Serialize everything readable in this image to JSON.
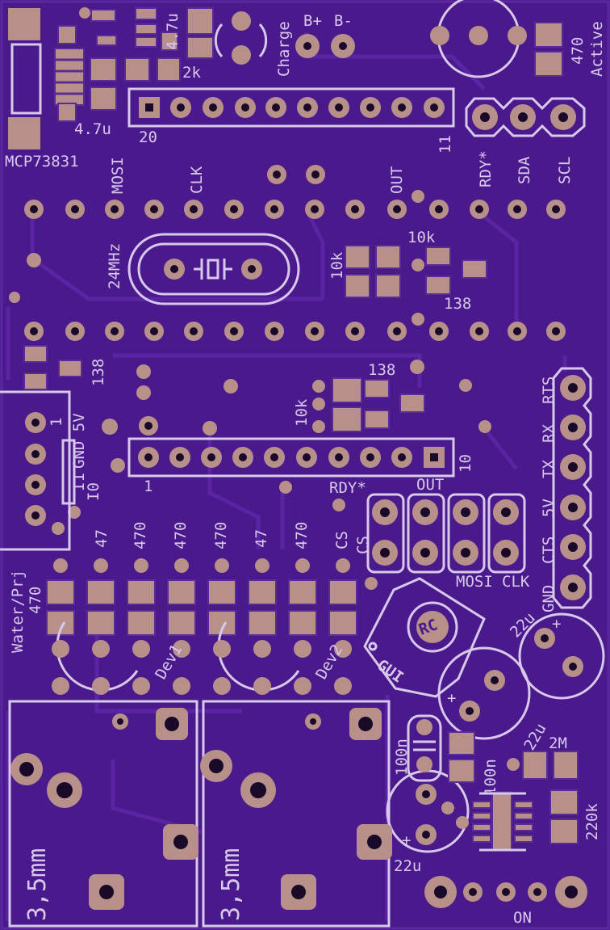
{
  "board": {
    "background": "#4a1a8c",
    "silkscreen": "#d8c8ec",
    "copper": "#b8908a"
  },
  "labels": {
    "charge": "Charge",
    "bplus": "B+",
    "bminus": "B-",
    "active": "Active",
    "r470_top": "470",
    "c47u_a": "4.7u",
    "c47u_b": "4.7u",
    "r2k": "2k",
    "mcp": "MCP73831",
    "pin20": "20",
    "pin11": "11",
    "rdy_top": "RDY*",
    "sda": "SDA",
    "scl": "SCL",
    "mosi_top": "MOSI",
    "clk_top": "CLK",
    "out_top": "OUT",
    "r10k_a": "10k",
    "r10k_b": "10k",
    "mhz": "24MHz",
    "t138_a": "138",
    "t138_b": "138",
    "t138_c": "138",
    "r10k_c": "10k",
    "gnd5v": "GND 5V",
    "gnd5v_1": "1",
    "i1": "I1",
    "i0": "I0",
    "pin1": "1",
    "pin10": "10",
    "rdy_mid": "RDY*",
    "out_mid": "OUT",
    "rts": "RTS",
    "rx": "RX",
    "tx": "TX",
    "v5": "5V",
    "cts": "CTS",
    "gnd_r": "GND",
    "cs": "CS",
    "mosi_bot": "MOSI",
    "clk_bot": "CLK",
    "water": "Water/Prj",
    "w470": "470",
    "r47_a": "47",
    "r470_a": "470",
    "r470_b": "470",
    "r47_b": "47",
    "r470_c": "470",
    "dev1": "Dev1",
    "dev2": "Dev2",
    "rc": "RC",
    "gui": "GUI",
    "c22u_a": "22u",
    "c22u_b": "22u",
    "c22u_c": "22u",
    "c100n_a": "100n",
    "c100n_b": "100n",
    "r2m": "2M",
    "r220k": "220k",
    "jack_a": "3,5mm",
    "jack_b": "3,5mm",
    "on": "ON"
  }
}
